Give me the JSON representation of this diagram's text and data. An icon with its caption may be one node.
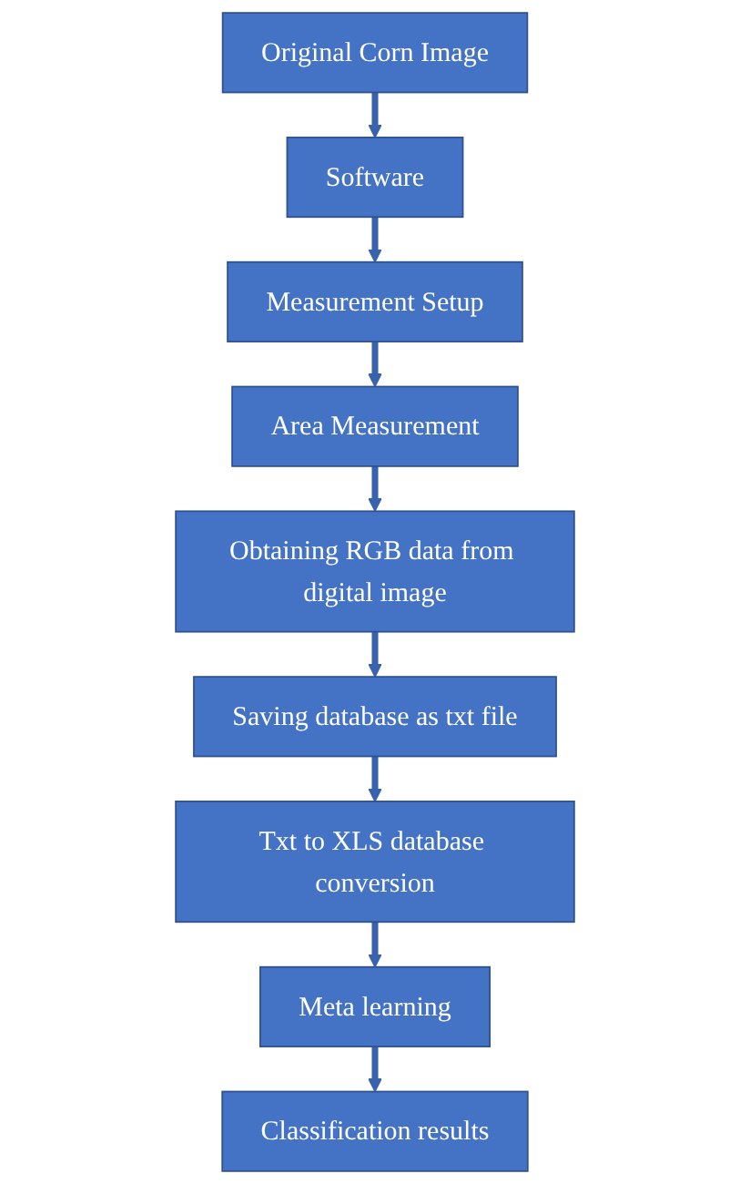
{
  "diagram": {
    "nodes": [
      {
        "text": [
          "Original Corn Image"
        ]
      },
      {
        "text": [
          "Software"
        ]
      },
      {
        "text": [
          "Measurement Setup"
        ]
      },
      {
        "text": [
          "Area Measurement"
        ]
      },
      {
        "text": [
          "Obtaining RGB data from digital image"
        ]
      },
      {
        "text": [
          "Saving  database as txt file"
        ]
      },
      {
        "text": [
          "Txt to XLS database conversion"
        ]
      },
      {
        "text": [
          "Meta learning"
        ]
      },
      {
        "text": [
          "Classification results"
        ]
      }
    ],
    "edges": [
      {
        "from": 0,
        "to": 1,
        "arrow": "to"
      },
      {
        "from": 1,
        "to": 2,
        "arrow": "to"
      },
      {
        "from": 2,
        "to": 3,
        "arrow": "to"
      },
      {
        "from": 3,
        "to": 4,
        "arrow": "to"
      },
      {
        "from": 4,
        "to": 5,
        "arrow": "to"
      },
      {
        "from": 5,
        "to": 6,
        "arrow": "to"
      },
      {
        "from": 6,
        "to": 7,
        "arrow": "to"
      },
      {
        "from": 7,
        "to": 8,
        "arrow": "to"
      }
    ]
  }
}
